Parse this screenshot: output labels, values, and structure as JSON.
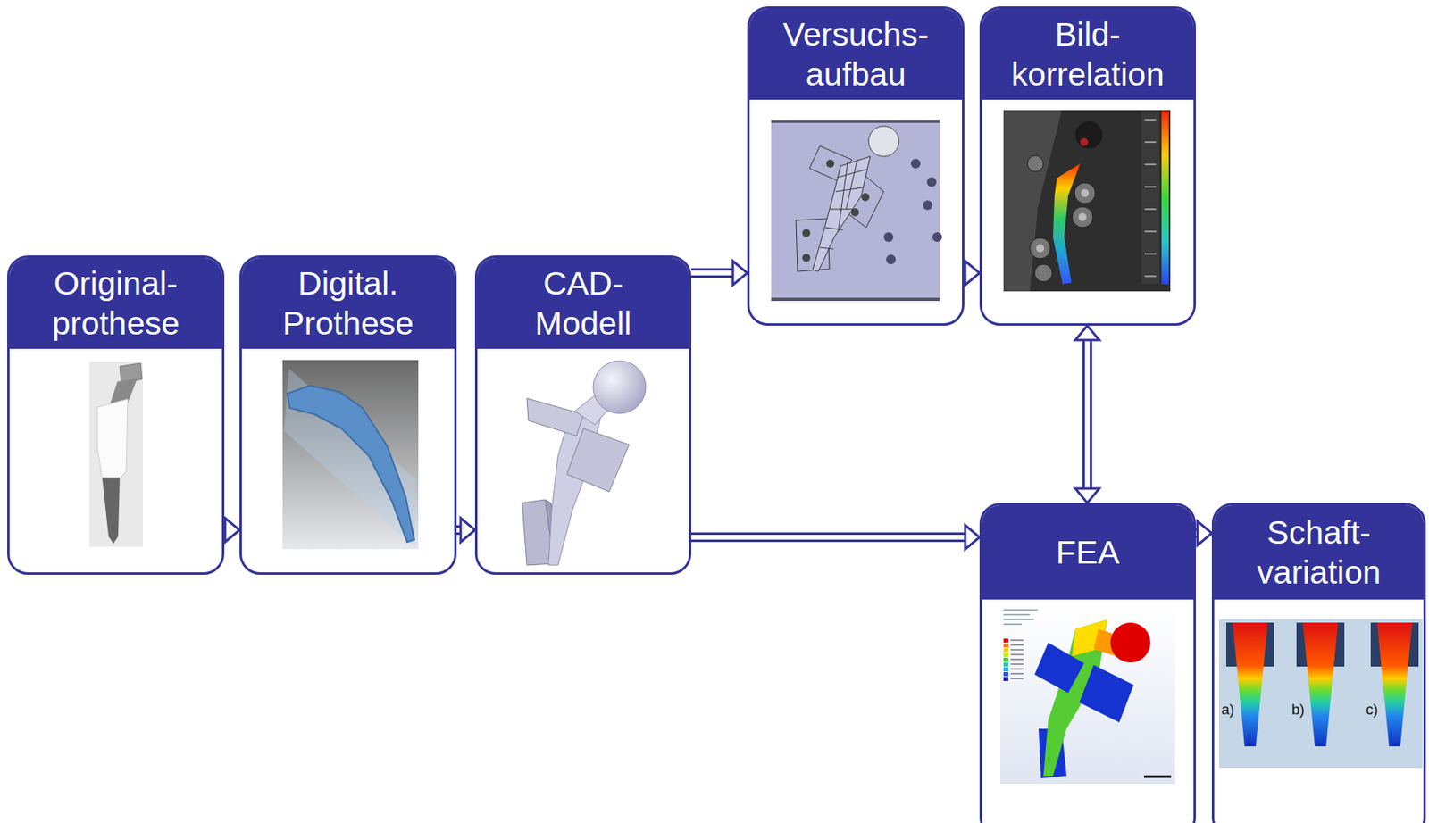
{
  "diagram": {
    "nodes": [
      {
        "text": [
          "Original- prothese"
        ]
      },
      {
        "text": [
          "Digital. Prothese"
        ]
      },
      {
        "text": [
          "CAD- Modell"
        ]
      },
      {
        "text": [
          "Versuchs- aufbau"
        ]
      },
      {
        "text": [
          "Bild- korrelation"
        ]
      },
      {
        "text": [
          "FEA"
        ]
      },
      {
        "text": [
          "Schaft- variation"
        ]
      }
    ],
    "edges": [
      {
        "from": 0,
        "to": 1,
        "arrow": "to"
      },
      {
        "from": 1,
        "to": 2,
        "arrow": "to"
      },
      {
        "from": 2,
        "to": 3,
        "arrow": "to"
      },
      {
        "from": 3,
        "to": 4,
        "arrow": "to"
      },
      {
        "from": 2,
        "to": 5,
        "arrow": "to"
      },
      {
        "from": 4,
        "to": 5,
        "arrow": "both"
      },
      {
        "from": 5,
        "to": 6,
        "arrow": "to"
      }
    ],
    "labels": [
      "a)",
      "b)",
      "c)"
    ]
  }
}
